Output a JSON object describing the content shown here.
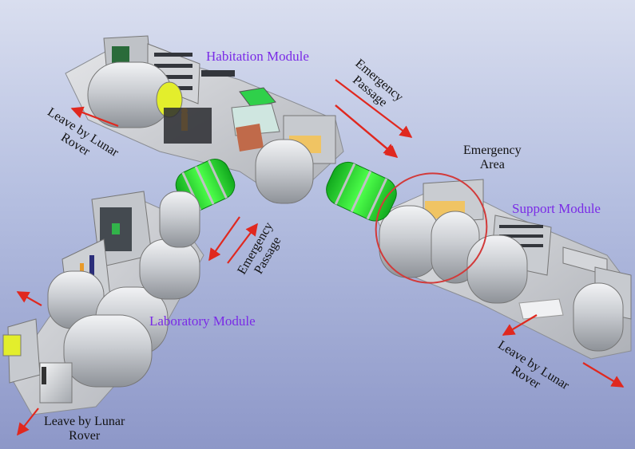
{
  "labels": {
    "habitation": "Habitation Module",
    "support": "Support Module",
    "laboratory": "Laboratory Module",
    "emergency_area": [
      "Emergency",
      "Area"
    ],
    "passage_top": [
      "Emergency",
      "Passage"
    ],
    "passage_mid": [
      "Emergency",
      "Passage"
    ],
    "rover_top_left": [
      "Leave by Lunar",
      "Rover"
    ],
    "rover_bottom_left": [
      "Leave by Lunar",
      "Rover"
    ],
    "rover_bottom_right": [
      "Leave by Lunar",
      "Rover"
    ]
  },
  "colors": {
    "module_label": "#7a2be6",
    "arrow": "#e0281f",
    "connector": "#22e033",
    "module_body": "#c9ccd1",
    "highlight_circle": "#d23a3a"
  }
}
